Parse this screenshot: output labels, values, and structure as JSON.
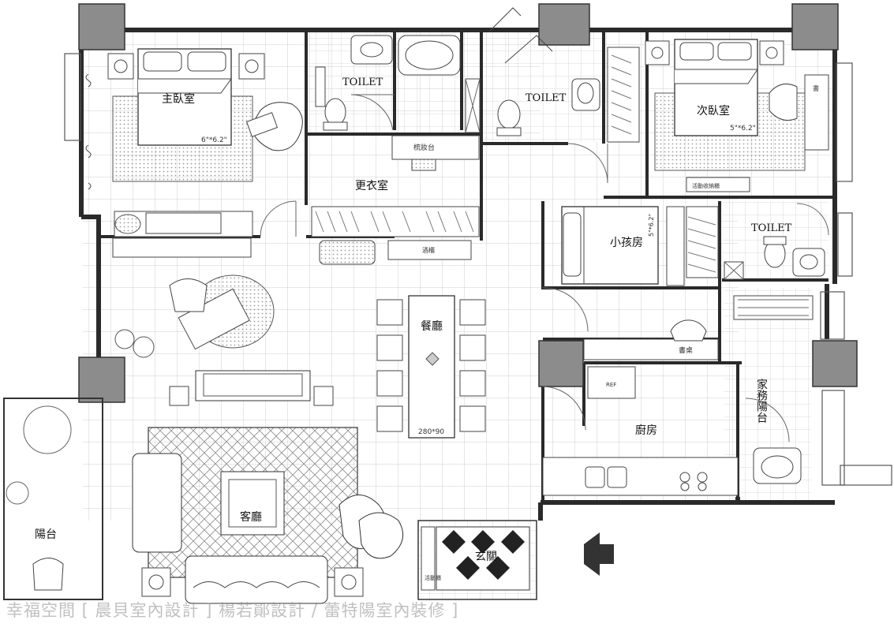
{
  "rooms": {
    "master_bedroom": "主臥室",
    "master_bed_size": "6\"*6.2\"",
    "toilet_master": "TOILET",
    "vanity": "梳妝台",
    "walk_in_closet": "更衣室",
    "toilet_center": "TOILET",
    "second_bedroom": "次臥室",
    "second_bed_size": "5\"*6.2\"",
    "kids_room": "小孩房",
    "kids_bed_size": "5\"*6.2\"",
    "toilet_kids": "TOILET",
    "dining": "餐廳",
    "table_size": "280*90",
    "desk": "書桌",
    "ref": "REF",
    "kitchen": "廚房",
    "service_balcony": "家務陽台",
    "living_room": "客廳",
    "balcony": "陽台",
    "entrance": "玄關",
    "wine_cabinet": "酒櫃",
    "dressing": "書",
    "activity_cabinet": "活動收納櫃",
    "cabinet_label": "活動櫃"
  },
  "watermark": "幸福空間 [ 晨貝室內設計 ] 楊若鄖設計 / 蕾特陽室內裝修 ]",
  "colors": {
    "wall": "#2a2a2a",
    "column": "#8c8c8c",
    "grid": "#c8c8c8",
    "line": "#3a3a3a"
  }
}
